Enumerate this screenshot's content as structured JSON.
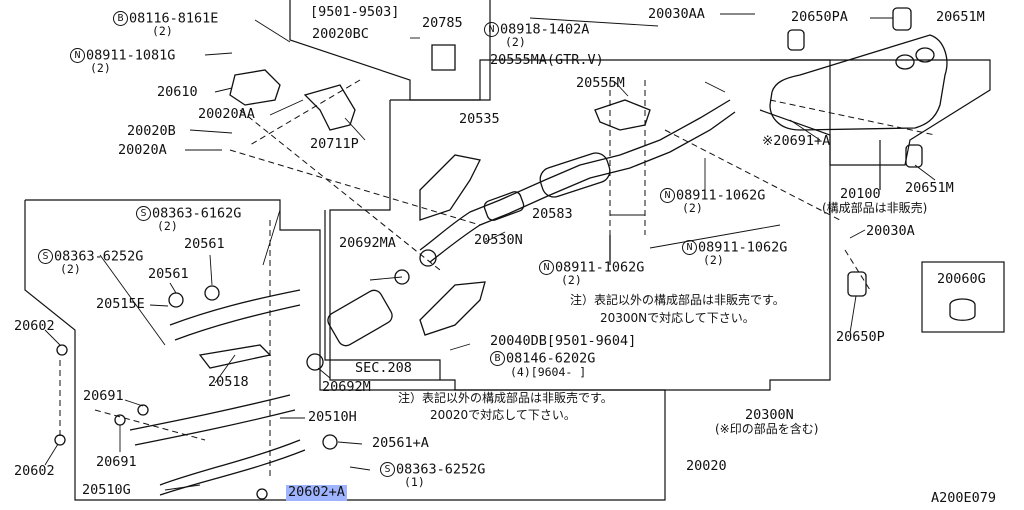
{
  "diagram_id": "A200E079",
  "parts": {
    "p08116": {
      "prefix": "B",
      "code": "08116-8161E",
      "qty": "(2)"
    },
    "p08911a": {
      "prefix": "N",
      "code": "08911-1081G",
      "qty": "(2)"
    },
    "p20610": "20610",
    "p20020AA": "20020AA",
    "p20020B": "20020B",
    "p20020A": "20020A",
    "p20711P": "20711P",
    "p9501": "[9501-9503]",
    "p20020BC": "20020BC",
    "p20785": "20785",
    "p08918": {
      "prefix": "N",
      "code": "08918-1402A",
      "qty": "(2)"
    },
    "p20030AA": "20030AA",
    "p20650PA": "20650PA",
    "p20651Ma": "20651M",
    "p20555MA": "20555MA(GTR.V)",
    "p20555M": "20555M",
    "p20535": "20535",
    "p20691A": "※20691+A",
    "p20100": "20100",
    "p20100note": "(構成部品は非販売)",
    "p20651Mb": "20651M",
    "p08911b": {
      "prefix": "N",
      "code": "08911-1062G",
      "qty": "(2)"
    },
    "p20583": "20583",
    "p08911c": {
      "prefix": "N",
      "code": "08911-1062G",
      "qty": "(2)"
    },
    "p08911d": {
      "prefix": "N",
      "code": "08911-1062G",
      "qty": "(2)"
    },
    "p20030A": "20030A",
    "p20060G": "20060G",
    "p20692MA": "20692MA",
    "p20530N": "20530N",
    "p20650P": "20650P",
    "p08363a": {
      "prefix": "S",
      "code": "08363-6162G",
      "qty": "(2)"
    },
    "p08363b": {
      "prefix": "S",
      "code": "08363-6252G",
      "qty": "(2)"
    },
    "p20561a": "20561",
    "p20561b": "20561",
    "p20515E": "20515E",
    "p20602a": "20602",
    "p20518": "20518",
    "p20691a": "20691",
    "p20691b": "20691",
    "p20602b": "20602",
    "p20510G": "20510G",
    "p20602A": "20602+A",
    "p20692M": "20692M",
    "p20510H": "20510H",
    "p20561A": "20561+A",
    "p08363c": {
      "prefix": "S",
      "code": "08363-6252G",
      "qty": "(1)"
    },
    "p20020": "20020",
    "pSEC208": "SEC.208",
    "p20040DB": "20040DB[9501-9604]",
    "p08146": {
      "prefix": "B",
      "code": "08146-6202G",
      "qty": "(4)[9604-     ]"
    },
    "p20300N": "20300N",
    "p20300Nnote": "(※印の部品を含む)",
    "note1a": "注）表記以外の構成部品は非販売です。",
    "note1b": "20300Nで対応して下さい。",
    "note2a": "注）表記以外の構成部品は非販売です。",
    "note2b": "20020で対応して下さい。"
  }
}
